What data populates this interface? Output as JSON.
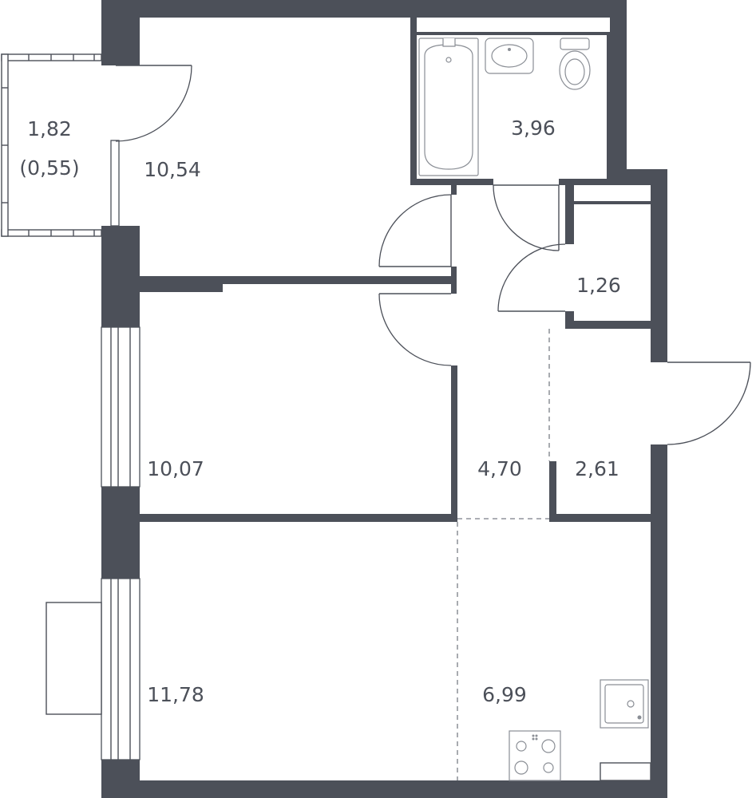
{
  "plan": {
    "wall_color": "#4c5059",
    "background": "#ffffff"
  },
  "rooms": {
    "balcony_area": "1,82",
    "balcony_reduced_area": "(0,55)",
    "room_top_left": "10,54",
    "bathroom": "3,96",
    "storage": "1,26",
    "room_middle_left": "10,07",
    "corridor": "4,70",
    "hall": "2,61",
    "room_bottom_left": "11,78",
    "kitchen": "6,99"
  },
  "fixtures": [
    "bathtub-icon",
    "washbasin-icon",
    "toilet-icon",
    "kitchen-sink-icon",
    "stove-icon"
  ]
}
